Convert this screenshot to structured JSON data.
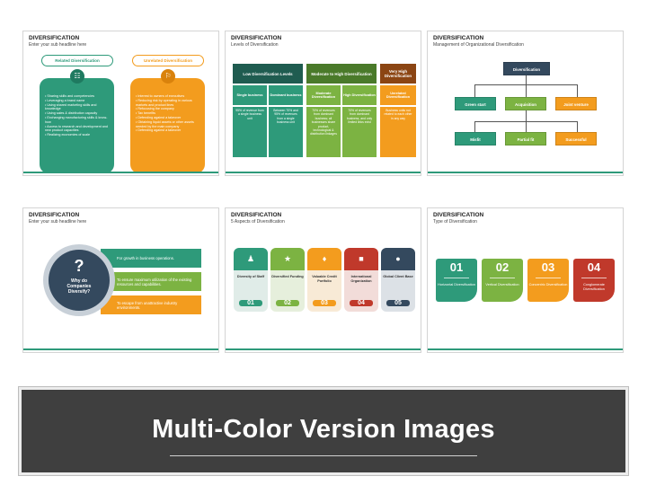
{
  "slides": [
    {
      "title": "DIVERSIFICATION",
      "subtitle": "Enter your sub headline here",
      "related": {
        "header": "Related Diversification",
        "items": [
          "Sharing skills and competencies",
          "Leveraging a brand name",
          "Using shared marketing skills and knowledge",
          "Using sales & distribution capacity",
          "Exchanging manufacturing skills & know-how",
          "Access to research and development and new product capacities",
          "Realizing economies of scale"
        ]
      },
      "unrelated": {
        "header": "Unrelated Diversification",
        "items": [
          "Interest to owners of executives",
          "Reducing risk by operating in various markets and product lines",
          "Refocusing the company",
          "Tax benefits",
          "Defending against a takeover",
          "Obtaining liquid assets or other assets needed by the main company",
          "Defending against a takeover"
        ]
      }
    },
    {
      "title": "DIVERSIFICATION",
      "subtitle": "Levels of Diversification",
      "levels": [
        {
          "header": "Low Diversification Levels",
          "subs": [
            {
              "label": "Single business",
              "body": "95% of revenue from a single business unit"
            },
            {
              "label": "Dominant business",
              "body": "Between 70% and 95% of revenues from a single business unit"
            }
          ]
        },
        {
          "header": "Moderate to High Diversification",
          "subs": [
            {
              "label": "Moderate Diversification",
              "body": "70% of revenues from dominant business; all businesses share product, technological & distribution linkages"
            },
            {
              "label": "High Diversification",
              "body": "70% of revenues from dominant business, and only limited links exist"
            }
          ]
        },
        {
          "header": "Very High Diversification",
          "subs": [
            {
              "label": "Unrelated Diversification",
              "body": "Business units not related to each other in any way"
            }
          ]
        }
      ]
    },
    {
      "title": "DIVERSIFICATION",
      "subtitle": "Management of Organizational Diversification",
      "root": "Diversification",
      "level2": [
        "Green start",
        "Acquisition",
        "Joint venture"
      ],
      "level3": [
        "Misfit",
        "Partial fit",
        "Successful"
      ]
    },
    {
      "title": "DIVERSIFICATION",
      "subtitle": "Enter your sub headline here",
      "circle_mark": "?",
      "circle_text": "Why do Companies Diversify?",
      "reasons": [
        "For growth in business operations.",
        "To ensure maximum utilization of the existing resources and capabilities.",
        "To escape from unattractive industry environments."
      ]
    },
    {
      "title": "DIVERSIFICATION",
      "subtitle": "5 Aspects of Diversification",
      "aspects": [
        {
          "label": "Diversity of Staff",
          "num": "01"
        },
        {
          "label": "Diversified Funding",
          "num": "02"
        },
        {
          "label": "Valuable Credit Portfolio",
          "num": "03"
        },
        {
          "label": "International Organization",
          "num": "04"
        },
        {
          "label": "Global Client Base",
          "num": "05"
        }
      ]
    },
    {
      "title": "DIVERSIFICATION",
      "subtitle": "Type of Diversification",
      "types": [
        {
          "num": "01",
          "label": "Horizontal Diversification"
        },
        {
          "num": "02",
          "label": "Vertical Diversification"
        },
        {
          "num": "03",
          "label": "Concentric Diversification"
        },
        {
          "num": "04",
          "label": "Conglomerate Diversification"
        }
      ]
    }
  ],
  "banner": {
    "title": "Multi-Color Version Images"
  },
  "colors": {
    "teal": "#2e9a7a",
    "green": "#7cb342",
    "orange": "#f39c1e",
    "red": "#c0392b",
    "navy": "#34495e",
    "darkteal": "#1f5c50",
    "brown": "#8b4513"
  }
}
